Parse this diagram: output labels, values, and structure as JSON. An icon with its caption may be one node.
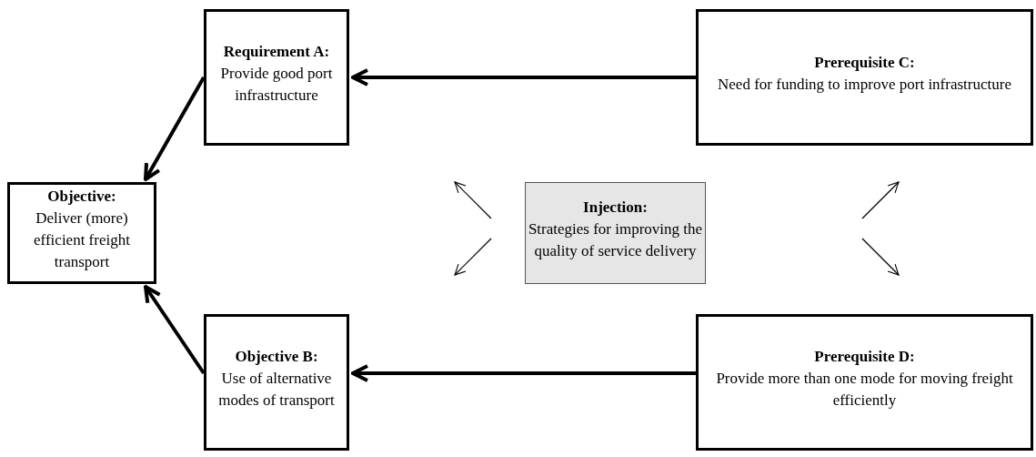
{
  "diagram": {
    "nodes": [
      {
        "text": [
          "Requirement A:",
          "Provide good port infrastructure"
        ]
      },
      {
        "text": [
          "Prerequisite C:",
          "Need for funding to improve port infrastructure"
        ]
      },
      {
        "text": [
          "Objective:",
          "Deliver (more) efficient freight transport"
        ]
      },
      {
        "text": [
          "Injection:",
          "Strategies for improving the quality of service delivery"
        ]
      },
      {
        "text": [
          "Objective B:",
          "Use of alternative modes of transport"
        ]
      },
      {
        "text": [
          "Prerequisite D:",
          "Provide more than one mode for moving freight efficiently"
        ]
      }
    ],
    "edges": [
      {
        "from": 1,
        "to": 0,
        "arrow": "to"
      },
      {
        "from": 0,
        "to": 2,
        "arrow": "to"
      },
      {
        "from": 4,
        "to": 2,
        "arrow": "to"
      },
      {
        "from": 5,
        "to": 4,
        "arrow": "to"
      }
    ]
  }
}
